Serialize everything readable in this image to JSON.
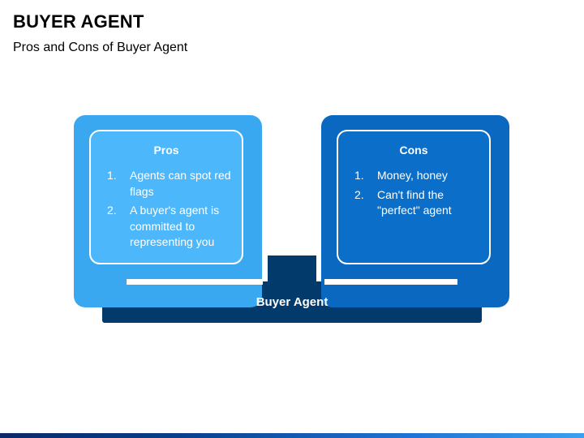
{
  "header": {
    "title": "BUYER AGENT",
    "subtitle": "Pros and Cons of Buyer Agent"
  },
  "base": {
    "label": "Buyer Agent"
  },
  "pros": {
    "heading": "Pros",
    "items": [
      {
        "num": "1.",
        "text": "Agents can spot red flags"
      },
      {
        "num": "2.",
        "text": "A buyer's agent is committed to representing you"
      }
    ]
  },
  "cons": {
    "heading": "Cons",
    "items": [
      {
        "num": "1.",
        "text": "Money, honey"
      },
      {
        "num": "2.",
        "text": "Can't find the \"perfect\" agent"
      }
    ]
  },
  "colors": {
    "pros_outer": "#3aa8f0",
    "cons_outer": "#0a68c0",
    "base": "#023b6b"
  }
}
